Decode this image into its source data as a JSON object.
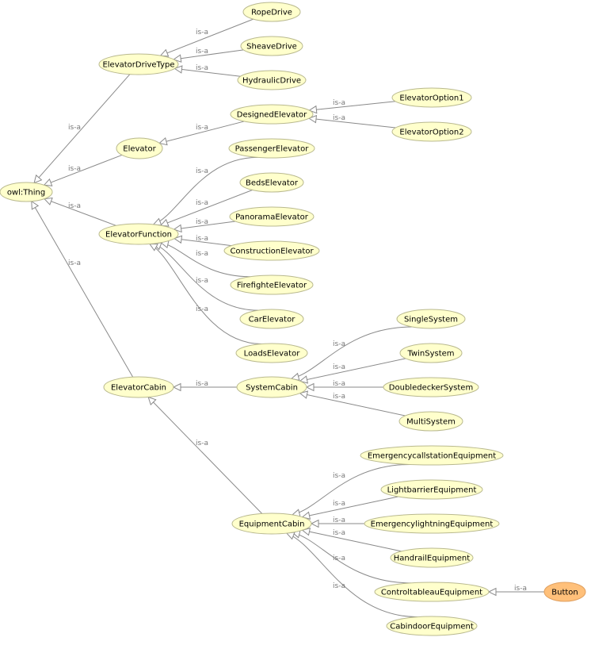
{
  "diagram": {
    "highlight_color": "#ffc07a",
    "node_color": "#ffffcc",
    "edge_label": "is-a",
    "nodes": [
      {
        "id": "thing",
        "label": "owl:Thing"
      },
      {
        "id": "drivetype",
        "label": "ElevatorDriveType"
      },
      {
        "id": "rope",
        "label": "RopeDrive"
      },
      {
        "id": "sheave",
        "label": "SheaveDrive"
      },
      {
        "id": "hydraulic",
        "label": "HydraulicDrive"
      },
      {
        "id": "elevator",
        "label": "Elevator"
      },
      {
        "id": "designed",
        "label": "DesignedElevator"
      },
      {
        "id": "opt1",
        "label": "ElevatorOption1"
      },
      {
        "id": "opt2",
        "label": "ElevatorOption2"
      },
      {
        "id": "function",
        "label": "ElevatorFunction"
      },
      {
        "id": "passenger",
        "label": "PassengerElevator"
      },
      {
        "id": "beds",
        "label": "BedsElevator"
      },
      {
        "id": "panorama",
        "label": "PanoramaElevator"
      },
      {
        "id": "construction",
        "label": "ConstructionElevator"
      },
      {
        "id": "firefighte",
        "label": "FirefighteElevator"
      },
      {
        "id": "car",
        "label": "CarElevator"
      },
      {
        "id": "loads",
        "label": "LoadsElevator"
      },
      {
        "id": "cabin",
        "label": "ElevatorCabin"
      },
      {
        "id": "syscabin",
        "label": "SystemCabin"
      },
      {
        "id": "single",
        "label": "SingleSystem"
      },
      {
        "id": "twin",
        "label": "TwinSystem"
      },
      {
        "id": "doubledecker",
        "label": "DoubledeckerSystem"
      },
      {
        "id": "multi",
        "label": "MultiSystem"
      },
      {
        "id": "equipcabin",
        "label": "EquipmentCabin"
      },
      {
        "id": "emergcall",
        "label": "EmergencycallstationEquipment"
      },
      {
        "id": "lightbarrier",
        "label": "LightbarrierEquipment"
      },
      {
        "id": "emerglight",
        "label": "EmergencylightningEquipment"
      },
      {
        "id": "handrail",
        "label": "HandrailEquipment"
      },
      {
        "id": "controltableau",
        "label": "ControltableauEquipment"
      },
      {
        "id": "cabindoor",
        "label": "CabindoorEquipment"
      },
      {
        "id": "button",
        "label": "Button",
        "highlight": true
      }
    ],
    "edges": [
      {
        "from": "rope",
        "to": "drivetype"
      },
      {
        "from": "sheave",
        "to": "drivetype"
      },
      {
        "from": "hydraulic",
        "to": "drivetype"
      },
      {
        "from": "drivetype",
        "to": "thing"
      },
      {
        "from": "elevator",
        "to": "thing"
      },
      {
        "from": "function",
        "to": "thing"
      },
      {
        "from": "cabin",
        "to": "thing"
      },
      {
        "from": "designed",
        "to": "elevator"
      },
      {
        "from": "opt1",
        "to": "designed"
      },
      {
        "from": "opt2",
        "to": "designed"
      },
      {
        "from": "passenger",
        "to": "function"
      },
      {
        "from": "beds",
        "to": "function"
      },
      {
        "from": "panorama",
        "to": "function"
      },
      {
        "from": "construction",
        "to": "function"
      },
      {
        "from": "firefighte",
        "to": "function"
      },
      {
        "from": "car",
        "to": "function"
      },
      {
        "from": "loads",
        "to": "function"
      },
      {
        "from": "syscabin",
        "to": "cabin"
      },
      {
        "from": "equipcabin",
        "to": "cabin"
      },
      {
        "from": "single",
        "to": "syscabin"
      },
      {
        "from": "twin",
        "to": "syscabin"
      },
      {
        "from": "doubledecker",
        "to": "syscabin"
      },
      {
        "from": "multi",
        "to": "syscabin"
      },
      {
        "from": "emergcall",
        "to": "equipcabin"
      },
      {
        "from": "lightbarrier",
        "to": "equipcabin"
      },
      {
        "from": "emerglight",
        "to": "equipcabin"
      },
      {
        "from": "handrail",
        "to": "equipcabin"
      },
      {
        "from": "controltableau",
        "to": "equipcabin"
      },
      {
        "from": "cabindoor",
        "to": "equipcabin"
      },
      {
        "from": "button",
        "to": "controltableau"
      }
    ]
  }
}
